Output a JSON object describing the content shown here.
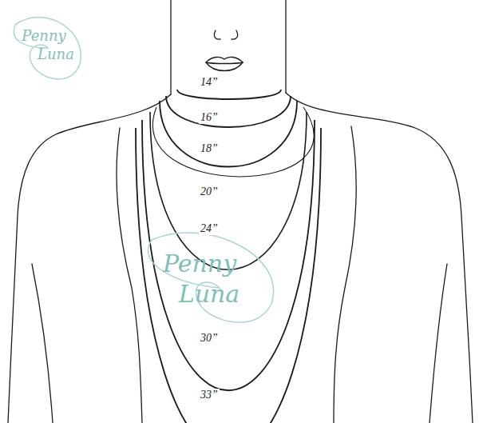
{
  "diagram": {
    "labels": [
      "14”",
      "16”",
      "18”",
      "20”",
      "24”",
      "30”",
      "33”",
      "Penny",
      "Luna",
      "Penny",
      "Luna"
    ]
  }
}
